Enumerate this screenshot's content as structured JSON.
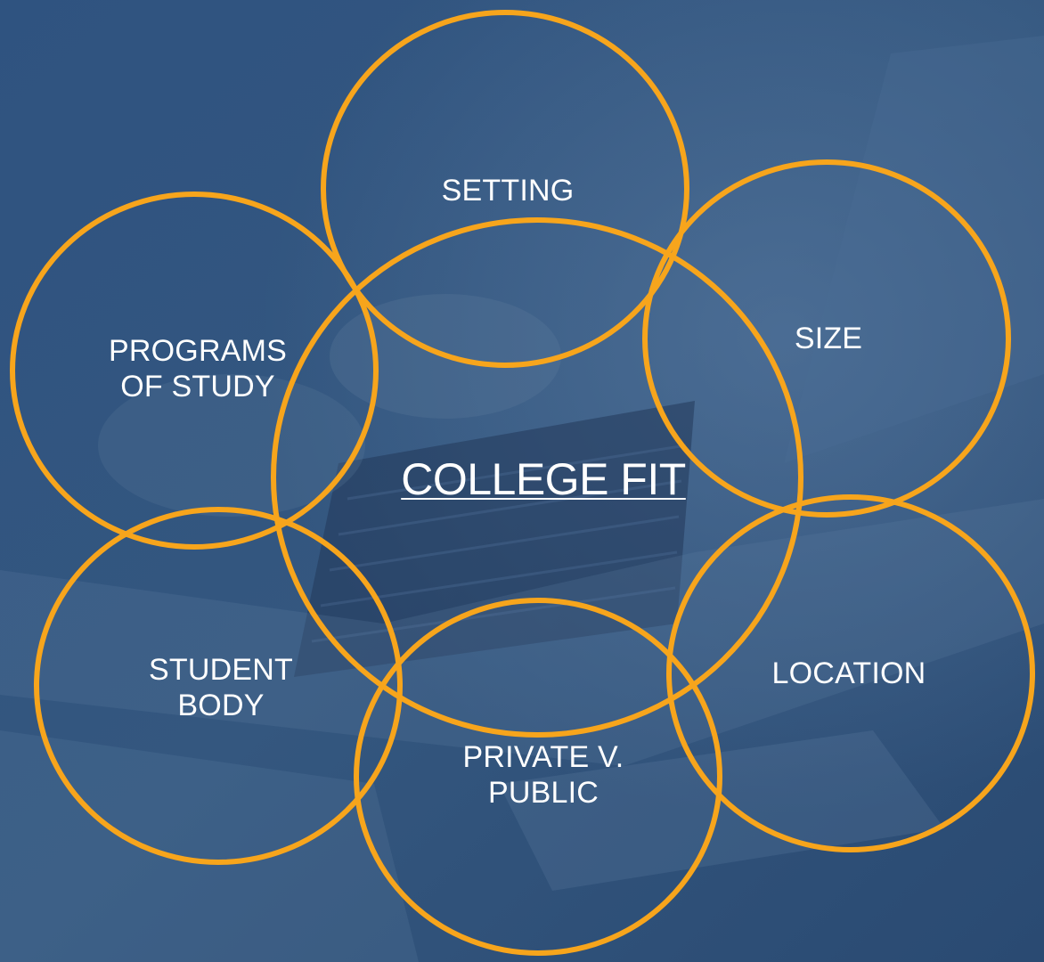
{
  "colors": {
    "background": "#2e4f78",
    "ring": "#f7a51c",
    "text": "#ffffff"
  },
  "diagram": {
    "center": {
      "label": "COLLEGE FIT"
    },
    "factors": [
      {
        "id": "setting",
        "label": "SETTING"
      },
      {
        "id": "size",
        "label": "SIZE"
      },
      {
        "id": "programs",
        "label": "PROGRAMS\nOF STUDY"
      },
      {
        "id": "student-body",
        "label": "STUDENT\nBODY"
      },
      {
        "id": "location",
        "label": "LOCATION"
      },
      {
        "id": "private-public",
        "label": "PRIVATE V.\nPUBLIC"
      }
    ]
  }
}
